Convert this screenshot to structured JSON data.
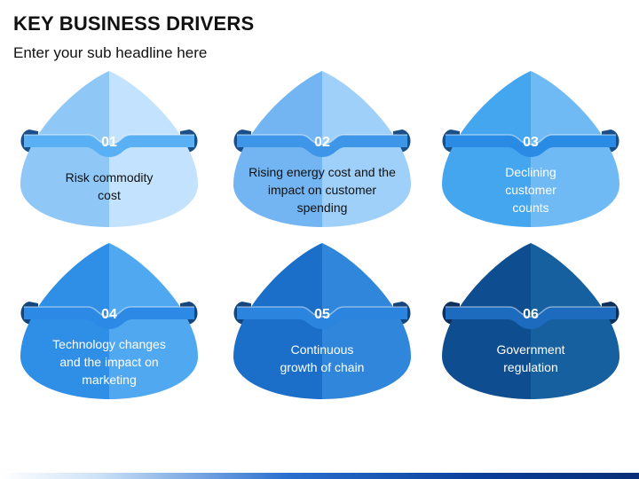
{
  "header": {
    "title": "KEY BUSINESS DRIVERS",
    "subtitle": "Enter your sub headline here"
  },
  "cards": [
    {
      "number": "01",
      "lines": [
        "Risk commodity",
        "cost"
      ],
      "colors": {
        "left": "#8fc8f6",
        "right": "#c2e2fd",
        "band": "#5ab0f5",
        "curl": "#1a4f8a",
        "text": "#111111"
      }
    },
    {
      "number": "02",
      "lines": [
        "Rising energy cost and the",
        "impact on customer",
        "spending"
      ],
      "colors": {
        "left": "#72b5f2",
        "right": "#9fd0fa",
        "band": "#3d96e8",
        "curl": "#1a4f8a",
        "text": "#111111"
      }
    },
    {
      "number": "03",
      "lines": [
        "Declining",
        "customer",
        "counts"
      ],
      "colors": {
        "left": "#45a6f0",
        "right": "#6fbaf5",
        "band": "#2a8be5",
        "curl": "#1a4f8a",
        "text": "#ffffff"
      }
    },
    {
      "number": "04",
      "lines": [
        "Technology changes",
        "and the impact on",
        "marketing"
      ],
      "colors": {
        "left": "#2f8ee6",
        "right": "#50a8f0",
        "band": "#2c8ae6",
        "curl": "#14467d",
        "text": "#ffffff"
      }
    },
    {
      "number": "05",
      "lines": [
        "Continuous",
        "growth of chain"
      ],
      "colors": {
        "left": "#1b6fc8",
        "right": "#2f86da",
        "band": "#2b84dd",
        "curl": "#14467d",
        "text": "#ffffff"
      }
    },
    {
      "number": "06",
      "lines": [
        "Government",
        "regulation"
      ],
      "colors": {
        "left": "#0f4d91",
        "right": "#16609f",
        "band": "#1c6bbf",
        "curl": "#0d2f5c",
        "text": "#ffffff"
      }
    }
  ]
}
